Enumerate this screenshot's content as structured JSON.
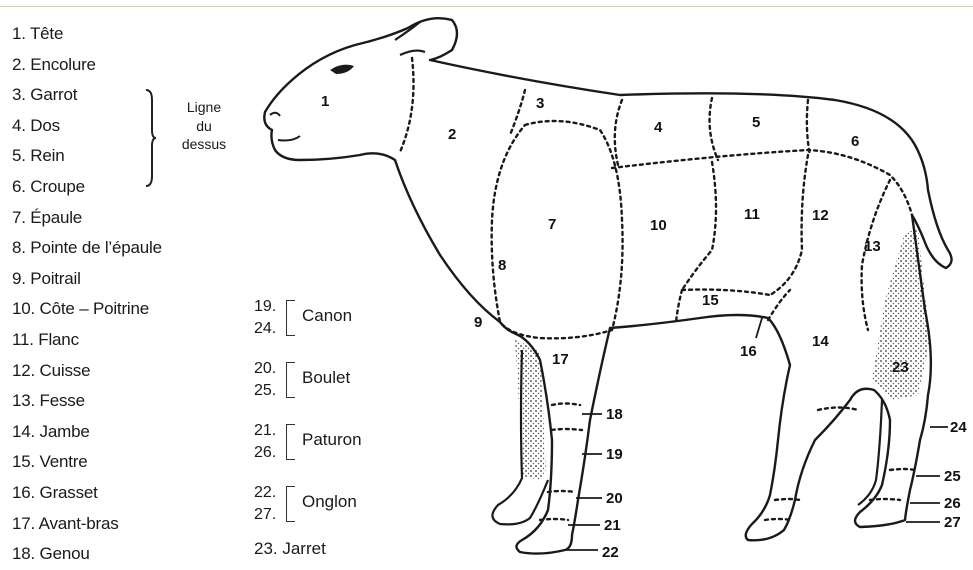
{
  "legend": [
    "1. Tête",
    "2. Encolure",
    "3. Garrot",
    "4. Dos",
    "5. Rein",
    "6. Croupe",
    "7. Épaule",
    "8. Pointe de l’épaule",
    "9. Poitrail",
    "10. Côte – Poitrine",
    "11. Flanc",
    "12. Cuisse",
    "13. Fesse",
    "14. Jambe",
    "15. Ventre",
    "16. Grasset",
    "17. Avant-bras",
    "18. Genou"
  ],
  "ligne_du_dessus": [
    "Ligne",
    "du",
    "dessus"
  ],
  "groups": [
    {
      "nums": [
        "19.",
        "24."
      ],
      "name": "Canon"
    },
    {
      "nums": [
        "20.",
        "25."
      ],
      "name": "Boulet"
    },
    {
      "nums": [
        "21.",
        "26."
      ],
      "name": "Paturon"
    },
    {
      "nums": [
        "22.",
        "27."
      ],
      "name": "Onglon"
    }
  ],
  "jarret": "23. Jarret",
  "diagram_labels": {
    "n1": "1",
    "n2": "2",
    "n3": "3",
    "n4": "4",
    "n5": "5",
    "n6": "6",
    "n7": "7",
    "n8": "8",
    "n9": "9",
    "n10": "10",
    "n11": "11",
    "n12": "12",
    "n13": "13",
    "n14": "14",
    "n15": "15",
    "n16": "16",
    "n17": "17",
    "n18": "18",
    "n19": "19",
    "n20": "20",
    "n21": "21",
    "n22": "22",
    "n23": "23",
    "n24": "24",
    "n25": "25",
    "n26": "26",
    "n27": "27"
  }
}
